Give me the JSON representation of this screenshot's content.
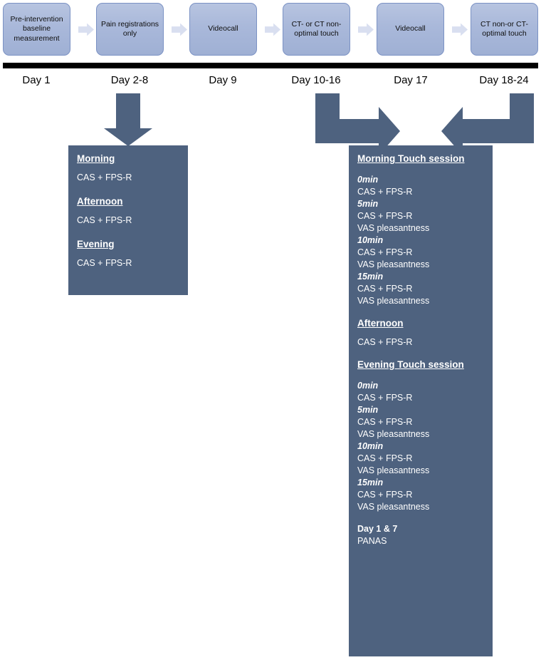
{
  "timeline": {
    "bar_color": "#000000",
    "phases": [
      {
        "label": "Pre-intervention baseline measurement",
        "day": "Day 1"
      },
      {
        "label": "Pain registrations only",
        "day": "Day 2-8"
      },
      {
        "label": "Videocall",
        "day": "Day 9"
      },
      {
        "label": "CT- or CT non-optimal touch",
        "day": "Day 10-16"
      },
      {
        "label": "Videocall",
        "day": "Day 17"
      },
      {
        "label": "CT non-or CT-optimal touch",
        "day": "Day 18-24"
      }
    ]
  },
  "panel_left": {
    "blocks": [
      {
        "heading": "Morning",
        "items": [
          "CAS + FPS-R"
        ]
      },
      {
        "heading": "Afternoon",
        "items": [
          "CAS + FPS-R"
        ]
      },
      {
        "heading": "Evening",
        "items": [
          "CAS + FPS-R"
        ]
      }
    ]
  },
  "panel_right": {
    "morning_heading": "Morning Touch session",
    "morning_timepoints": [
      {
        "time": "0min",
        "measures": [
          "CAS + FPS-R"
        ]
      },
      {
        "time": "5min",
        "measures": [
          "CAS + FPS-R",
          "VAS pleasantness"
        ]
      },
      {
        "time": "10min",
        "measures": [
          "CAS + FPS-R",
          "VAS pleasantness"
        ]
      },
      {
        "time": "15min",
        "measures": [
          "CAS + FPS-R",
          "VAS pleasantness"
        ]
      }
    ],
    "afternoon_heading": "Afternoon",
    "afternoon_items": [
      "CAS + FPS-R"
    ],
    "evening_heading": "Evening Touch session",
    "evening_timepoints": [
      {
        "time": "0min",
        "measures": [
          "CAS + FPS-R"
        ]
      },
      {
        "time": "5min",
        "measures": [
          "CAS + FPS-R",
          "VAS pleasantness"
        ]
      },
      {
        "time": "10min",
        "measures": [
          "CAS + FPS-R",
          "VAS pleasantness"
        ]
      },
      {
        "time": "15min",
        "measures": [
          "CAS + FPS-R",
          "VAS pleasantness"
        ]
      }
    ],
    "footer_heading": "Day 1 & 7",
    "footer_items": [
      "PANAS"
    ]
  },
  "colors": {
    "phase_box_fill": "#a9b8da",
    "phase_box_border": "#7b92c4",
    "phase_connector": "#d9dff0",
    "panel_fill": "#4e627f",
    "arrow_fill": "#4e627f",
    "timeline": "#000000",
    "panel_text": "#ffffff"
  }
}
